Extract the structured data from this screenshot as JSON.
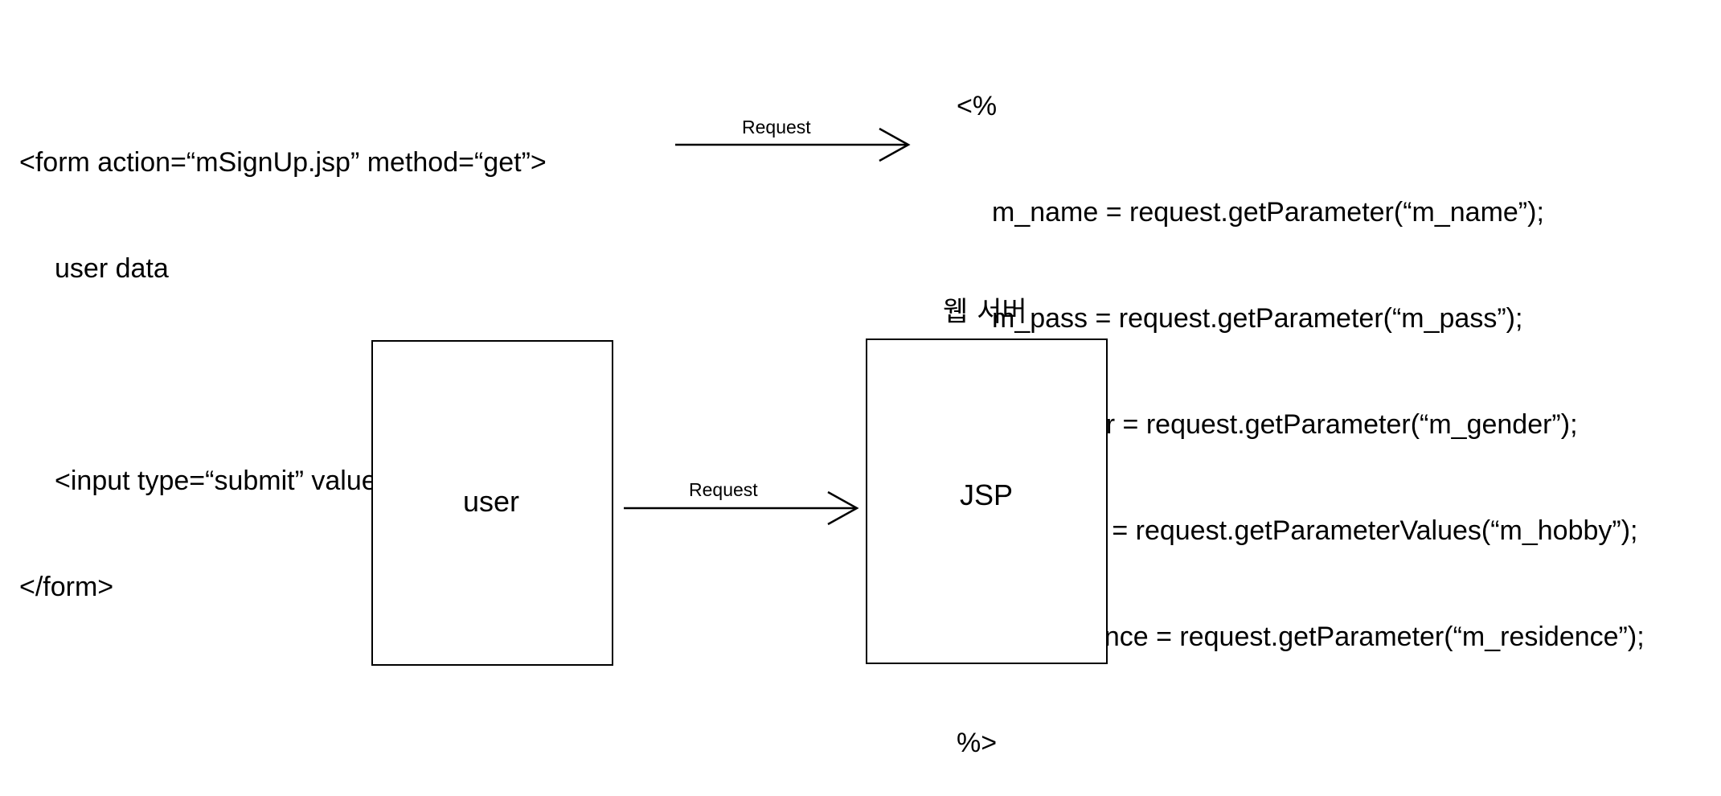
{
  "form_code": {
    "lines": [
      "<form action=“mSignUp.jsp” method=“get”>",
      "user data",
      "",
      "<input type=“submit” value=“sign up”>",
      "</form>"
    ]
  },
  "jsp_code": {
    "lines": [
      "<%",
      "m_name = request.getParameter(“m_name”);",
      "m_pass = request.getParameter(“m_pass”);",
      "m_gender = request.getParameter(“m_gender”);",
      "m_hobby = request.getParameterValues(“m_hobby”);",
      "m_residence = request.getParameter(“m_residence”);",
      "%>"
    ]
  },
  "arrows": {
    "top_label": "Request",
    "middle_label": "Request"
  },
  "nodes": {
    "user_label": "user",
    "jsp_label": "JSP",
    "server_label": "웹 서버"
  }
}
